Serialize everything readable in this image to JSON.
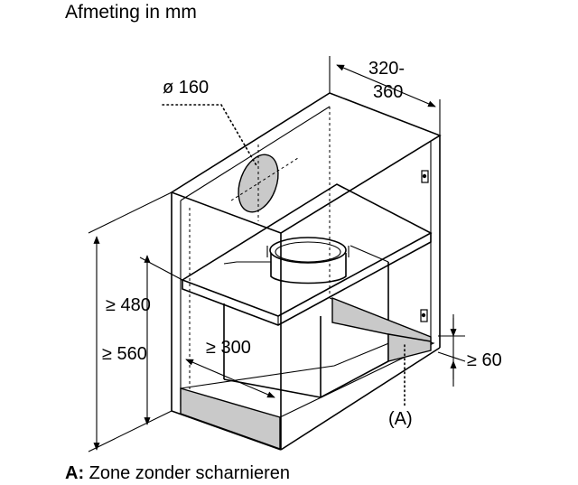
{
  "title": "Afmeting in mm",
  "dimensions": {
    "diameter": "ø 160",
    "depth_line1": "320-",
    "depth_line2": "360",
    "height_inner": "≥ 480",
    "height_total": "≥ 560",
    "width_inner": "≥ 300",
    "clearance": "≥ 60",
    "zone_marker": "(A)"
  },
  "legend": {
    "key": "A:",
    "text": " Zone zonder scharnieren"
  }
}
